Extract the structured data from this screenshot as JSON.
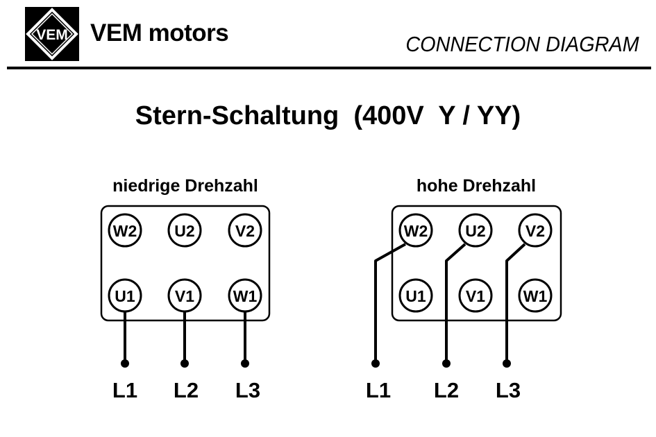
{
  "header": {
    "logo_text": "VEM",
    "brand_name": "VEM motors",
    "doc_type": "CONNECTION DIAGRAM"
  },
  "title": "Stern-Schaltung  (400V  Y / YY)",
  "diagrams": [
    {
      "label": "niedrige Drehzahl",
      "top_row": [
        "W2",
        "U2",
        "V2"
      ],
      "bottom_row": [
        "U1",
        "V1",
        "W1"
      ],
      "connected_terminals": [
        "U1",
        "V1",
        "W1"
      ],
      "lines": [
        "L1",
        "L2",
        "L3"
      ]
    },
    {
      "label": "hohe Drehzahl",
      "top_row": [
        "W2",
        "U2",
        "V2"
      ],
      "bottom_row": [
        "U1",
        "V1",
        "W1"
      ],
      "connected_terminals": [
        "W2",
        "U2",
        "V2"
      ],
      "lines": [
        "L1",
        "L2",
        "L3"
      ]
    }
  ]
}
